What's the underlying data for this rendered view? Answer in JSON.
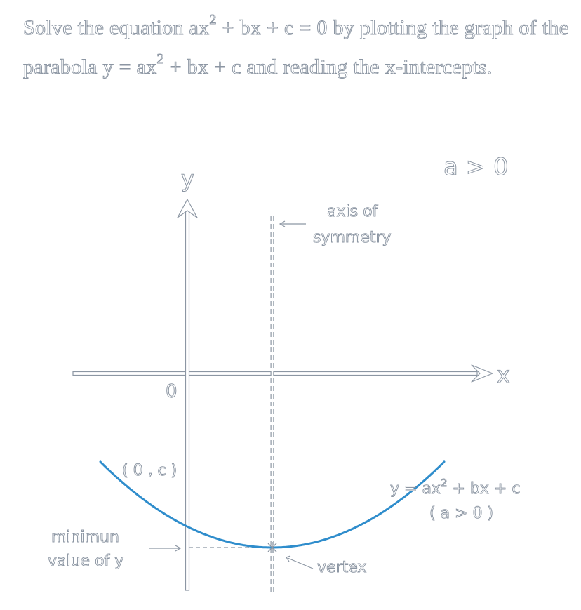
{
  "instruction": {
    "prefix": "Solve the equation ax",
    "exp1": "2",
    "middle": " + bx + c = 0 by plotting the graph of the parabola y = ax",
    "exp2": "2",
    "suffix": " + bx + c and reading the x-intercepts."
  },
  "diagram": {
    "condition": "a > 0",
    "axis_y": "y",
    "axis_x": "x",
    "origin": "0",
    "axis_of_symmetry": [
      "axis of",
      "symmetry"
    ],
    "y_intercept": "( 0 , c )",
    "minimum": [
      "minimun",
      "value of y"
    ],
    "vertex": "vertex",
    "equation": {
      "base": "y = ax",
      "exp": "2",
      "rest": " + bx + c"
    },
    "equation_note": "( a > 0 )"
  },
  "colors": {
    "curve": "#2f8dcc",
    "outline": "#8c96a3"
  }
}
